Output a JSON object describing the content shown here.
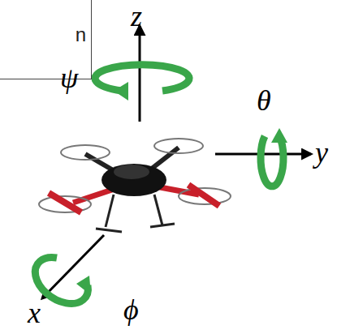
{
  "diagram": {
    "nodes": [
      {
        "text": [
          "n"
        ]
      }
    ],
    "labels": [
      "z",
      "ψ",
      "θ",
      "y",
      "x",
      "ϕ"
    ]
  }
}
